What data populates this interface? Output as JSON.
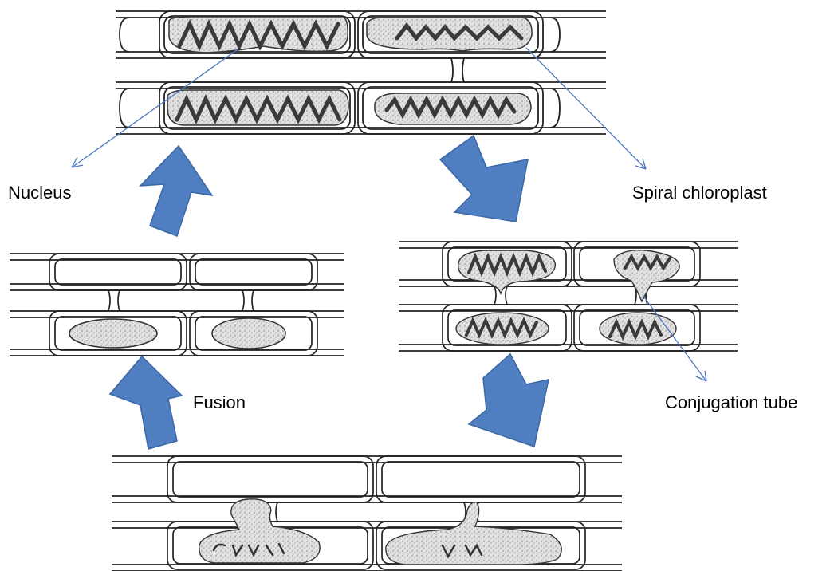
{
  "labels": {
    "nucleus": "Nucleus",
    "spiral_chloroplast": "Spiral chloroplast",
    "fusion": "Fusion",
    "conjugation_tube": "Conjugation tube"
  },
  "colors": {
    "arrow_fill": "#4f7fc1",
    "arrow_stroke": "#3b67a6",
    "pointer_line": "#4a78c0",
    "cell_wall": "#222222",
    "protoplast_fill": "#d2d2d2"
  },
  "stages": [
    {
      "id": "filaments-with-spiral-chloroplasts"
    },
    {
      "id": "conjugation-tube-formation"
    },
    {
      "id": "protoplast-migration"
    },
    {
      "id": "zygospore-fusion"
    }
  ]
}
